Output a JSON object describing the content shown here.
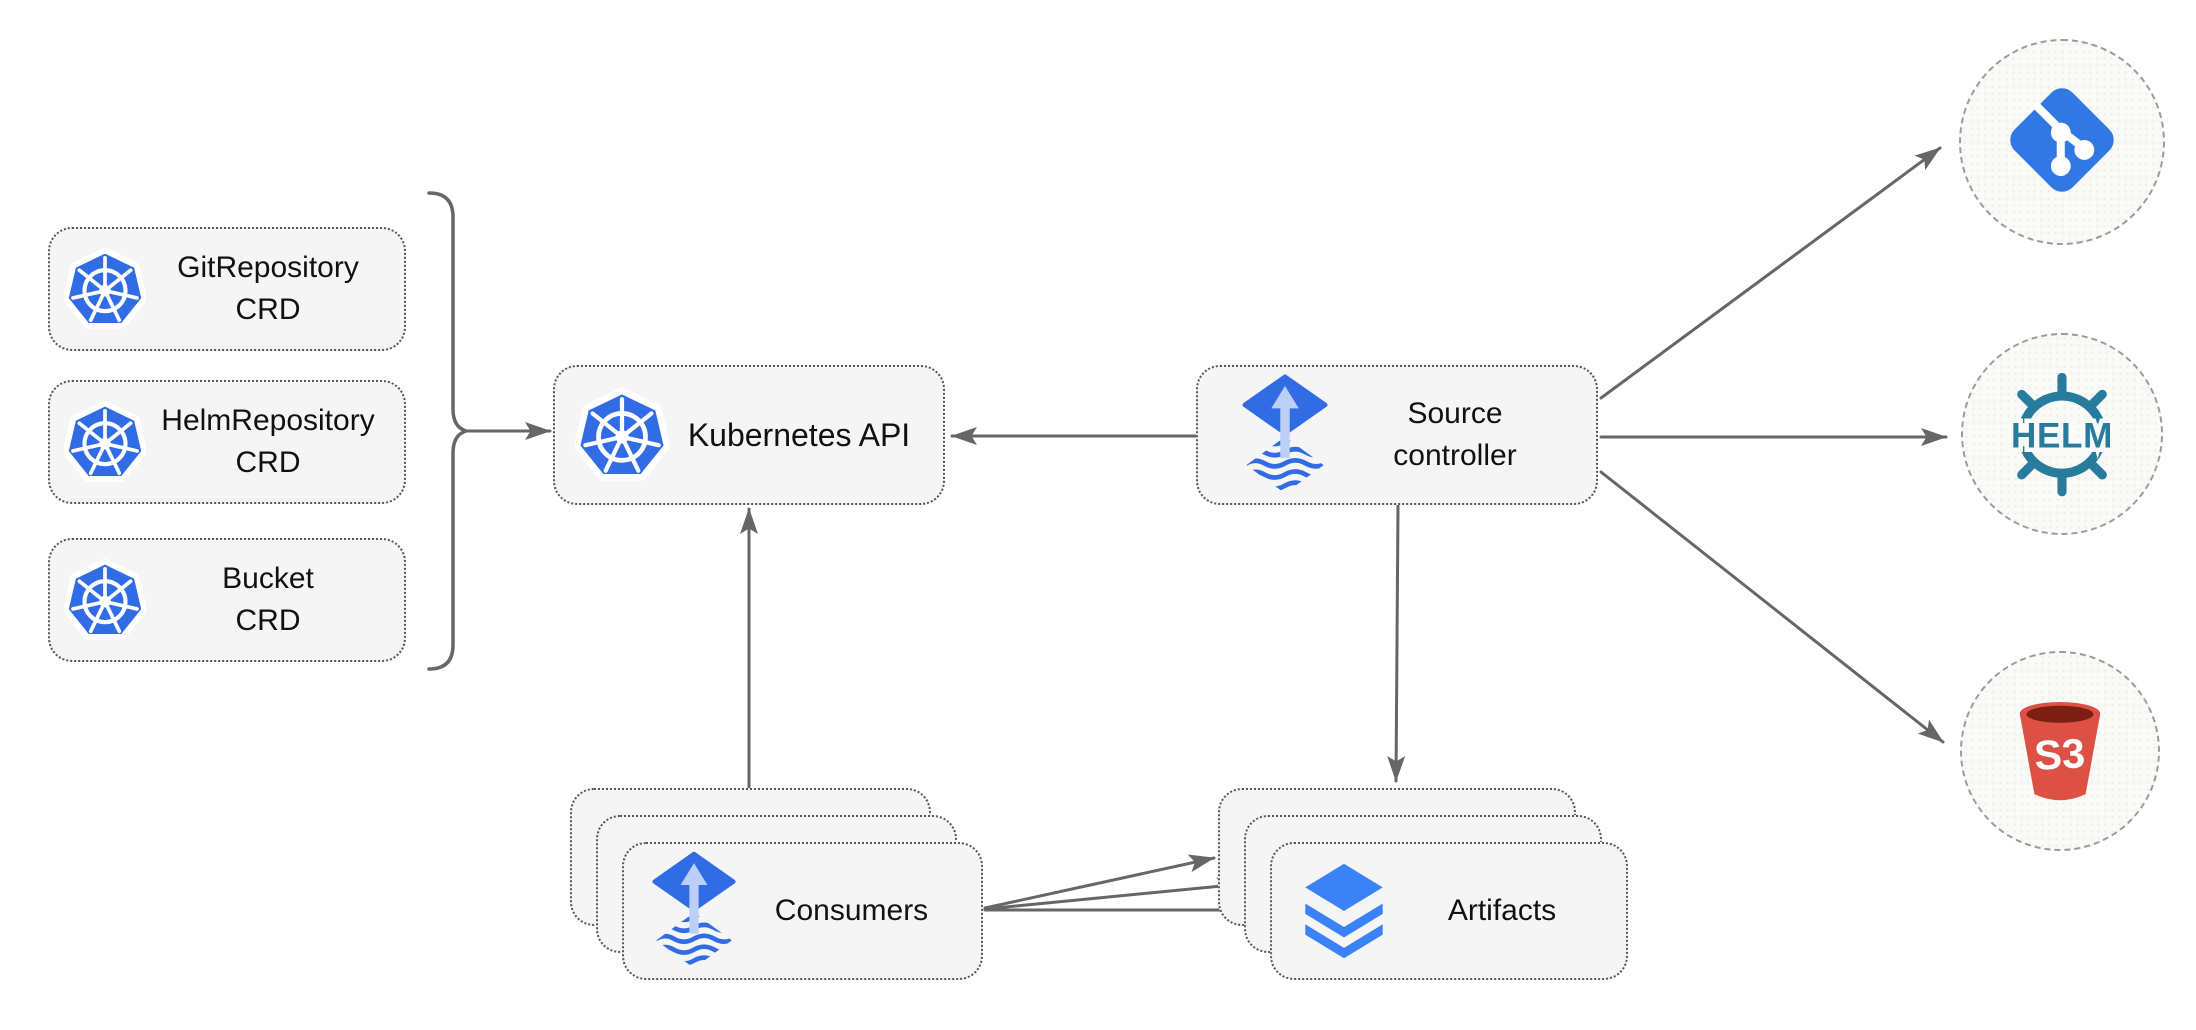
{
  "diagram": {
    "title_hint": "Flux source-controller architecture diagram",
    "colors": {
      "background": "#ffffff",
      "node_fill": "#f5f5f5",
      "node_border": "#565656",
      "circle_border": "#9c9c9c",
      "edge_gray": "#666666",
      "kubernetes_blue": "#326ce5",
      "flux_blue": "#316ce5",
      "flux_arrow_light": "#bcd0f7",
      "git_blue": "#3178e4",
      "helm_teal": "#277c9d",
      "s3_red": "#dd5044",
      "s3_dark": "#7a1f12",
      "layers_blue": "#3b82f6",
      "text": "#111111"
    },
    "icons": {
      "kubernetes": "kubernetes-wheel-icon",
      "flux": "flux-icon",
      "layers": "layers-icon",
      "git": "git-icon",
      "helm": "helm-wheel-icon",
      "s3": "s3-bucket-icon"
    }
  },
  "nodes": {
    "crds": [
      {
        "name": "gitrepository-crd",
        "line1": "GitRepository",
        "line2": "CRD"
      },
      {
        "name": "helmrepository-crd",
        "line1": "HelmRepository",
        "line2": "CRD"
      },
      {
        "name": "bucket-crd",
        "line1": "Bucket",
        "line2": "CRD"
      }
    ],
    "kubernetes_api": {
      "label": "Kubernetes API"
    },
    "source_controller": {
      "line1": "Source",
      "line2": "controller"
    },
    "consumers": {
      "label": "Consumers"
    },
    "artifacts": {
      "label": "Artifacts"
    },
    "externals": [
      {
        "name": "git-repository",
        "icon": "git-icon"
      },
      {
        "name": "helm-repository",
        "icon": "helm-wheel-icon",
        "label": "HELM"
      },
      {
        "name": "s3-bucket",
        "icon": "s3-bucket-icon",
        "label": "S3"
      }
    ]
  },
  "edges": [
    {
      "from": "crd-boxes-bracket",
      "to": "kubernetes-api",
      "arrow": true
    },
    {
      "from": "source-controller",
      "to": "kubernetes-api",
      "arrow": true
    },
    {
      "from": "source-controller",
      "to": "git-repository",
      "arrow": true
    },
    {
      "from": "source-controller",
      "to": "helm-repository",
      "arrow": true
    },
    {
      "from": "source-controller",
      "to": "s3-bucket",
      "arrow": true
    },
    {
      "from": "source-controller",
      "to": "artifacts",
      "arrow": true
    },
    {
      "from": "consumers",
      "to": "kubernetes-api",
      "arrow": true
    },
    {
      "from": "consumers",
      "to": "artifacts-back",
      "arrow": true
    },
    {
      "from": "consumers",
      "to": "artifacts-middle",
      "arrow": true
    },
    {
      "from": "consumers",
      "to": "artifacts-front",
      "arrow": true
    }
  ]
}
